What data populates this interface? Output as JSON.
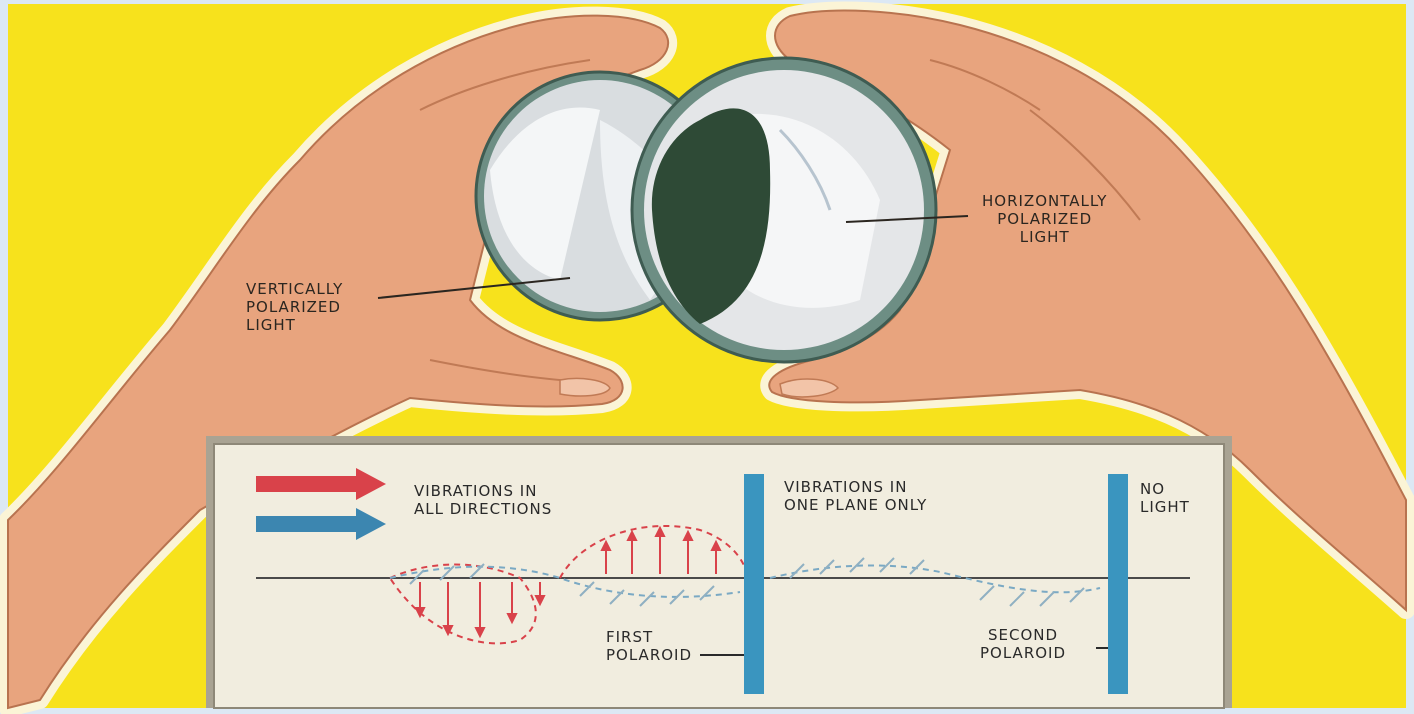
{
  "labels": {
    "vertical": "VERTICALLY\nPOLARIZED\nLIGHT",
    "horizontal": "HORIZONTALLY\nPOLARIZED\nLIGHT"
  },
  "panel": {
    "all_directions": "VIBRATIONS IN\nALL DIRECTIONS",
    "one_plane": "VIBRATIONS IN\nONE PLANE ONLY",
    "no_light": "NO\nLIGHT",
    "first_polaroid": "FIRST\nPOLAROID",
    "second_polaroid": "SECOND\nPOLAROID"
  },
  "colors": {
    "background": "#f7e21c",
    "skin": "#e8a47e",
    "red_arrow": "#d9424a",
    "blue_arrow": "#3c86b0",
    "polaroid_bar": "#3a95bf",
    "dark_lens": "#2e4a36"
  }
}
